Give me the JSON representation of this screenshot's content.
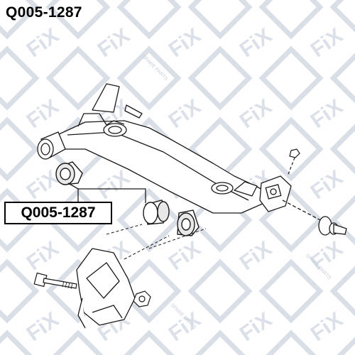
{
  "part_number": "Q005-1287",
  "callout_label": "Q005-1287",
  "watermark": {
    "brand": "FIX",
    "tagline": "SPARE PARTS",
    "color": "#c7cfdc"
  },
  "line_color": "#1a1a1a",
  "icons": [
    "watermark-logo",
    "rear-axle-beam",
    "bushing",
    "bolt",
    "nut",
    "mounting-bracket",
    "wheel-hub"
  ]
}
